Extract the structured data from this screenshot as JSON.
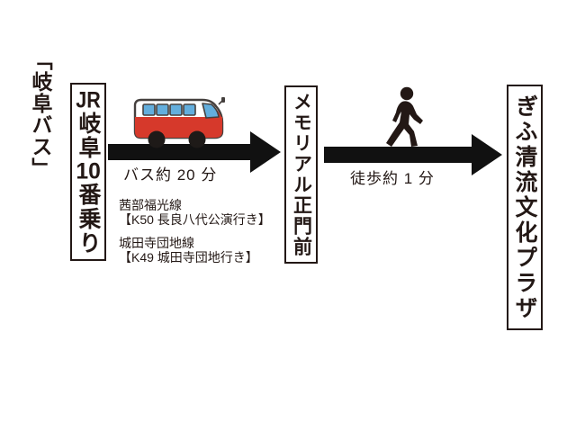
{
  "colors": {
    "ink": "#231815",
    "arrow_black": "#111111",
    "bus_red": "#d6392b",
    "bus_window_blue": "#63aedd",
    "bus_outline": "#45403e",
    "background": "#ffffff"
  },
  "header": {
    "company": "「岐阜バス」"
  },
  "start": {
    "segments": [
      {
        "text": "JR"
      },
      {
        "text": "岐阜"
      },
      {
        "text": "10"
      },
      {
        "text": "番乗り"
      }
    ]
  },
  "leg_bus": {
    "icon": "bus-icon",
    "caption": "バス約 20 分",
    "routes": [
      {
        "line": "茜部福光線",
        "bound": "【K50 長良八代公演行き】"
      },
      {
        "line": "城田寺団地線",
        "bound": "【K49 城田寺団地行き】"
      }
    ]
  },
  "stop": {
    "name": "メモリアル正門前"
  },
  "leg_walk": {
    "icon": "walking-person-icon",
    "caption": "徒歩約 1 分"
  },
  "destination": {
    "name": "ぎふ清流文化プラザ"
  }
}
